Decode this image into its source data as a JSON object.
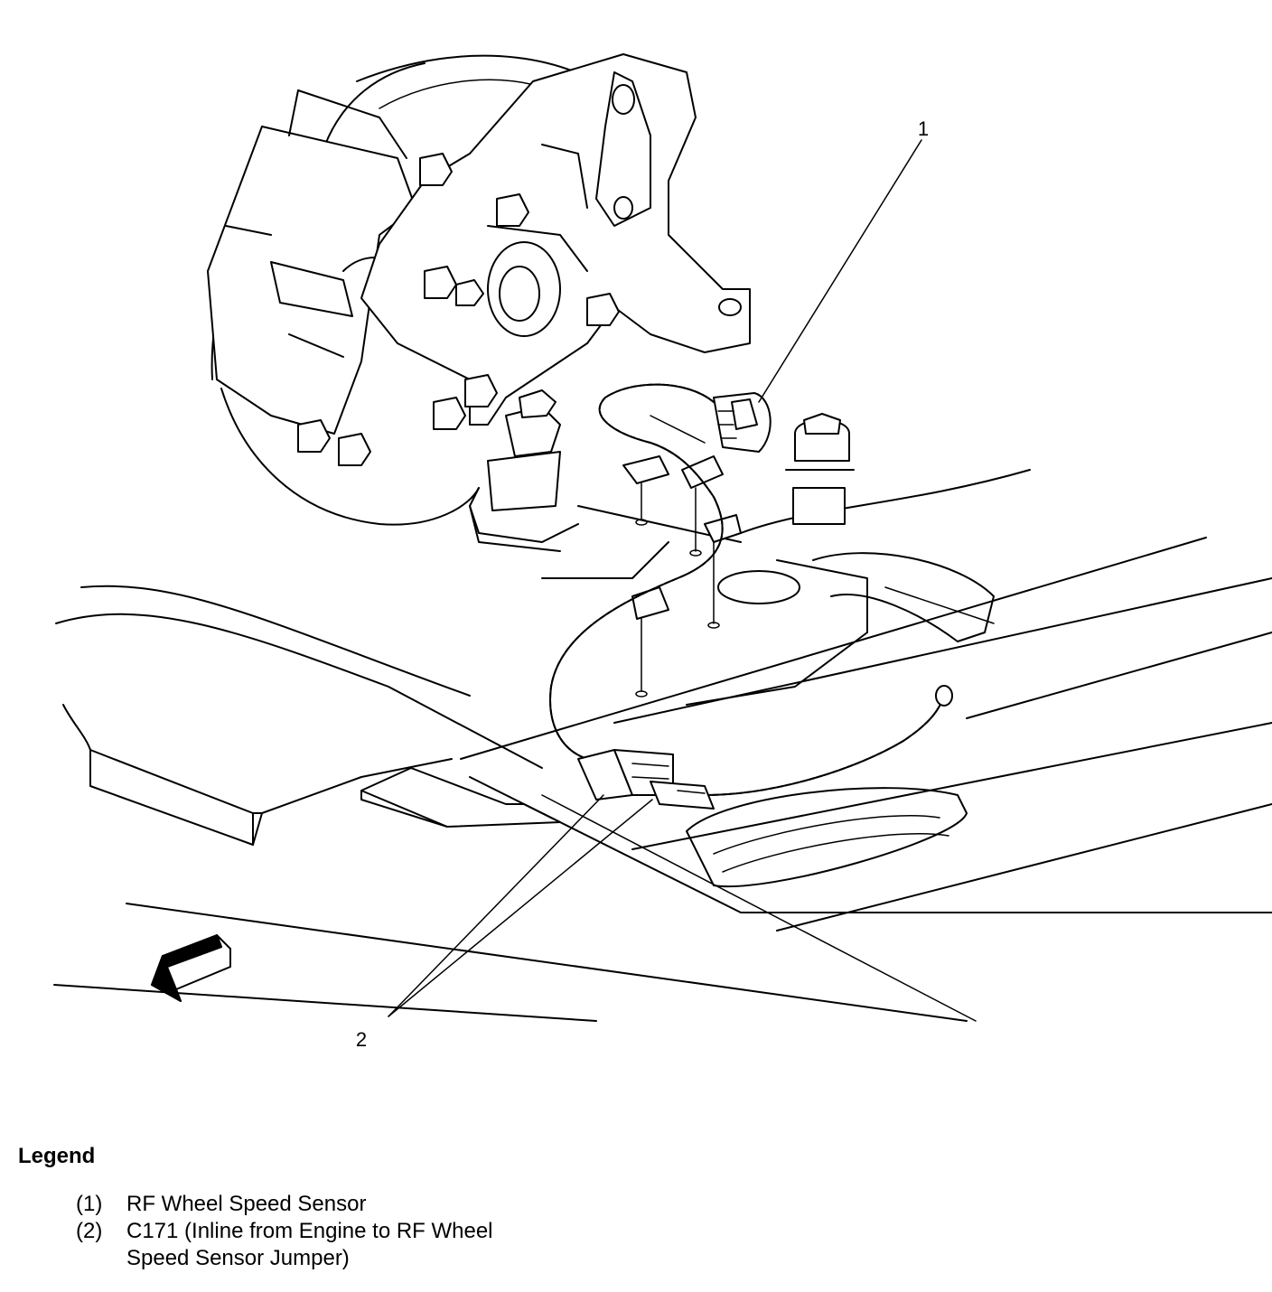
{
  "callouts": {
    "one": "1",
    "two": "2"
  },
  "legend": {
    "heading": "Legend",
    "items": [
      {
        "number": "(1)",
        "lines": [
          "RF Wheel Speed Sensor"
        ]
      },
      {
        "number": "(2)",
        "lines": [
          "C171 (Inline from Engine to RF Wheel",
          "Speed Sensor Jumper)"
        ]
      }
    ]
  }
}
